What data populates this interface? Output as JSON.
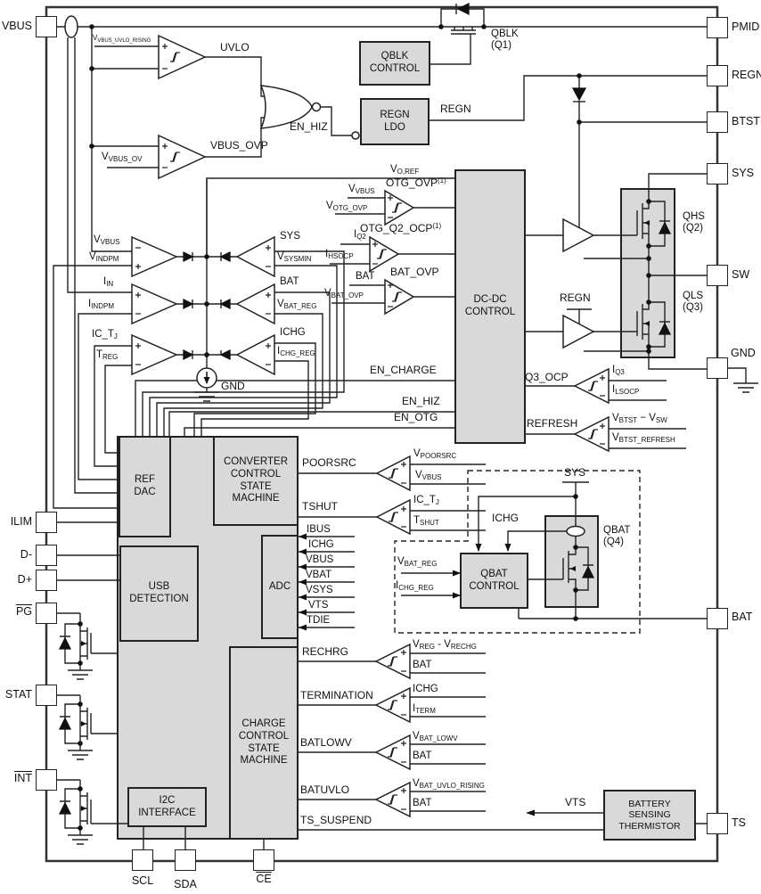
{
  "pins": {
    "left": {
      "vbus": "VBUS",
      "ilim": "ILIM",
      "dm": "D-",
      "dp": "D+",
      "stat": "STAT"
    },
    "right": {
      "pmid": "PMID",
      "regn": "REGN",
      "btst": "BTST",
      "sys": "SYS",
      "sw": "SW",
      "gnd": "GND",
      "bat": "BAT",
      "ts": "TS"
    },
    "bottom": {
      "scl": "SCL",
      "sda": "SDA"
    }
  },
  "blocks": {
    "qblk_control": "QBLK\nCONTROL",
    "regn_ldo": "REGN\nLDO",
    "dcdc": "DC-DC\nCONTROL",
    "ref_dac": "REF\nDAC",
    "ccsm": "CONVERTER\nCONTROL\nSTATE\nMACHINE",
    "usb": "USB\nDETECTION",
    "adc": "ADC",
    "chsm": "CHARGE\nCONTROL\nSTATE\nMACHINE",
    "i2c": "I2C\nINTERFACE",
    "qbat_control": "QBAT\nCONTROL",
    "thermistor": "BATTERY\nSENSING\nTHERMISTOR"
  },
  "transistors": {
    "q1": "QBLK\n(Q1)",
    "q2": "QHS\n(Q2)",
    "q3": "QLS\n(Q3)",
    "q4": "QBAT\n(Q4)"
  },
  "labels": {
    "uvlo": "UVLO",
    "vbus_ovp": "VBUS_OVP",
    "en_hiz": "EN_HIZ",
    "regn": "REGN",
    "bat": "BAT",
    "bat_ovp": "BAT_OVP",
    "sys": "SYS",
    "ichg": "ICHG",
    "gnd": "GND",
    "en_charge": "EN_CHARGE",
    "en_otg": "EN_OTG",
    "q3_ocp": "Q3_OCP",
    "refresh": "REFRESH",
    "poorsrc": "POORSRC",
    "tshut": "TSHUT",
    "ibus": "IBUS",
    "vbus": "VBUS",
    "vbat": "VBAT",
    "vsys": "VSYS",
    "vts": "VTS",
    "tdie": "TDIE",
    "rechrg": "RECHRG",
    "termination": "TERMINATION",
    "batlowv": "BATLOWV",
    "batuvlo": "BATUVLO",
    "ts_suspend": "TS_SUSPEND"
  },
  "rich": {
    "vbus_uvlo_rising": [
      {
        "t": "V"
      },
      {
        "t": "VBUS_UVLO_RISING",
        "s": "sub"
      }
    ],
    "vvbus_ov": [
      {
        "t": "V"
      },
      {
        "t": "VBUS_OV",
        "s": "sub"
      }
    ],
    "voref": [
      {
        "t": "V"
      },
      {
        "t": "O,REF",
        "s": "sub"
      }
    ],
    "otg_ovp": [
      {
        "t": "OTG_OVP"
      },
      {
        "t": "(1)",
        "s": "sup"
      }
    ],
    "otg_q2_ocp": [
      {
        "t": "OTG_Q2_OCP"
      },
      {
        "t": "(1)",
        "s": "sup"
      }
    ],
    "vvbus": [
      {
        "t": "V"
      },
      {
        "t": "VBUS",
        "s": "sub"
      }
    ],
    "votg_ovp": [
      {
        "t": "V"
      },
      {
        "t": "OTG_OVP",
        "s": "sub"
      }
    ],
    "iq2": [
      {
        "t": "I"
      },
      {
        "t": "Q2",
        "s": "sub"
      }
    ],
    "ihsocp": [
      {
        "t": "I"
      },
      {
        "t": "HSOCP",
        "s": "sub"
      }
    ],
    "vbat_ovp": [
      {
        "t": "V"
      },
      {
        "t": "BAT_OVP",
        "s": "sub"
      }
    ],
    "vsysmin": [
      {
        "t": "V"
      },
      {
        "t": "SYSMIN",
        "s": "sub"
      }
    ],
    "vbat_reg": [
      {
        "t": "V"
      },
      {
        "t": "BAT_REG",
        "s": "sub"
      }
    ],
    "ichg_reg": [
      {
        "t": "I"
      },
      {
        "t": "CHG_REG",
        "s": "sub"
      }
    ],
    "vindpm": [
      {
        "t": "V"
      },
      {
        "t": "INDPM",
        "s": "sub"
      }
    ],
    "iin": [
      {
        "t": "I"
      },
      {
        "t": "IN",
        "s": "sub"
      }
    ],
    "iindpm": [
      {
        "t": "I"
      },
      {
        "t": "INDPM",
        "s": "sub"
      }
    ],
    "ictj": [
      {
        "t": "IC_T"
      },
      {
        "t": "J",
        "s": "sub"
      }
    ],
    "treg": [
      {
        "t": "T"
      },
      {
        "t": "REG",
        "s": "sub"
      }
    ],
    "iq3": [
      {
        "t": "I"
      },
      {
        "t": "Q3",
        "s": "sub"
      }
    ],
    "ilsocp": [
      {
        "t": "I"
      },
      {
        "t": "LSOCP",
        "s": "sub"
      }
    ],
    "vbtst_vsw": [
      {
        "t": "V"
      },
      {
        "t": "BTST",
        "s": "sub"
      },
      {
        "t": " − "
      },
      {
        "t": "V"
      },
      {
        "t": "SW",
        "s": "sub"
      }
    ],
    "vbtst_refresh": [
      {
        "t": "V"
      },
      {
        "t": "BTST_REFRESH",
        "s": "sub"
      }
    ],
    "vpoorsrc": [
      {
        "t": "V"
      },
      {
        "t": "POORSRC",
        "s": "sub"
      }
    ],
    "tshut_ref": [
      {
        "t": "T"
      },
      {
        "t": "SHUT",
        "s": "sub"
      }
    ],
    "vreg_vrechg": [
      {
        "t": "V"
      },
      {
        "t": "REG",
        "s": "sub"
      },
      {
        "t": " - "
      },
      {
        "t": "V"
      },
      {
        "t": "RECHG",
        "s": "sub"
      }
    ],
    "iterm": [
      {
        "t": "I"
      },
      {
        "t": "TERM",
        "s": "sub"
      }
    ],
    "vbat_lowv": [
      {
        "t": "V"
      },
      {
        "t": "BAT_LOWV",
        "s": "sub"
      }
    ],
    "vbat_uvlo_rising": [
      {
        "t": "V"
      },
      {
        "t": "BAT_UVLO_RISING",
        "s": "sub"
      }
    ],
    "pg": [
      {
        "t": "PG",
        "s": "over"
      }
    ],
    "int": [
      {
        "t": "INT",
        "s": "over"
      }
    ],
    "ce": [
      {
        "t": "CE",
        "s": "over"
      }
    ]
  },
  "colors": {
    "block_fill": "#d9d9d9",
    "line": "#222222",
    "background": "#ffffff"
  }
}
